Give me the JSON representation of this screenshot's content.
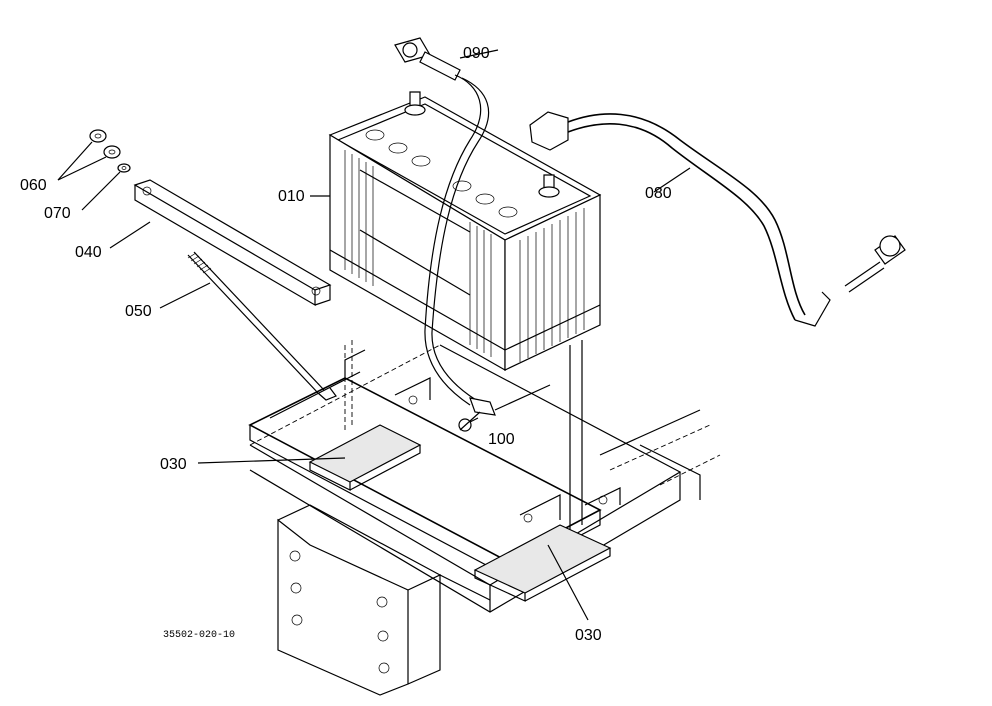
{
  "callouts": {
    "c090": "090",
    "c080": "080",
    "c010": "010",
    "c060": "060",
    "c070": "070",
    "c040": "040",
    "c050": "050",
    "c100": "100",
    "c030a": "030",
    "c030b": "030"
  },
  "drawing_code": "35502-020-10"
}
